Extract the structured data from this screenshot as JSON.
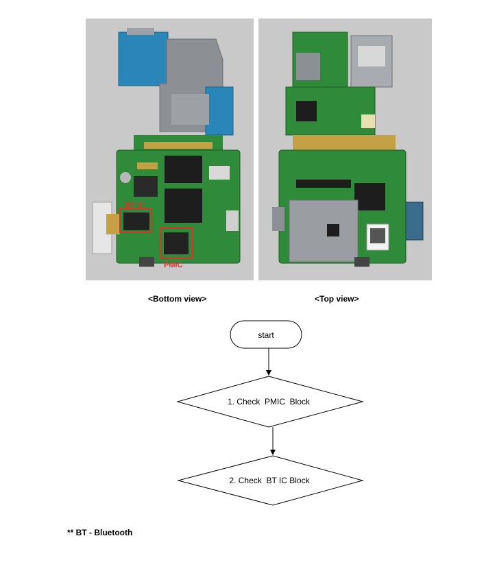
{
  "photos": {
    "bottom": {
      "caption": "<Bottom view>",
      "labels": {
        "bt_ic": "BT IC",
        "pmic": "PMIC"
      }
    },
    "top": {
      "caption": "<Top view>"
    }
  },
  "flowchart": {
    "start": "start",
    "step1": "1. Check  PMIC  Block",
    "step2": "2. Check  BT IC Block"
  },
  "footnote": "** BT - Bluetooth",
  "colors": {
    "highlight": "#e0302a",
    "pcb_green": "#2f8a3a",
    "shield_blue": "#2a86b8",
    "background_gray": "#c9c9c9"
  }
}
